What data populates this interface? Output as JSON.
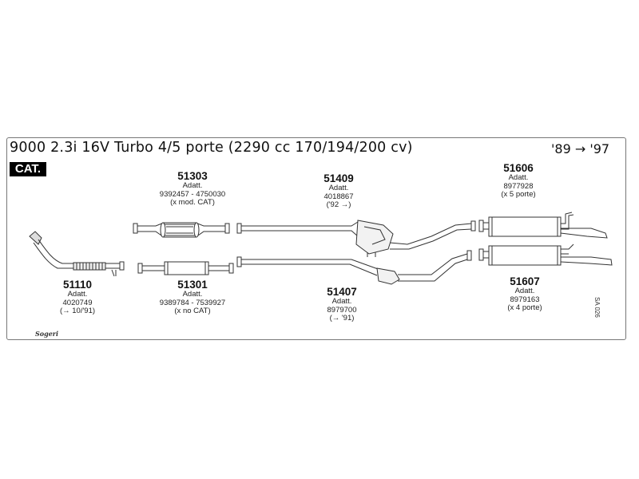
{
  "title": "9000 2.3i 16V Turbo 4/5 porte (2290 cc 170/194/200 cv)",
  "years": "'89 → '97",
  "badge": "CAT.",
  "side_code": "SA 026",
  "logo": "Sogeri",
  "parts": [
    {
      "id": "51303",
      "lines": [
        "Adatt.",
        "9392457 - 4750030",
        "(x mod. CAT)"
      ]
    },
    {
      "id": "51409",
      "lines": [
        "Adatt.",
        "4018867",
        "('92 →)"
      ]
    },
    {
      "id": "51606",
      "lines": [
        "Adatt.",
        "8977928",
        "(x 5 porte)"
      ]
    },
    {
      "id": "51110",
      "lines": [
        "Adatt.",
        "4020749",
        "(→ 10/'91)"
      ]
    },
    {
      "id": "51301",
      "lines": [
        "Adatt.",
        "9389784 - 7539927",
        "(x no CAT)"
      ]
    },
    {
      "id": "51407",
      "lines": [
        "Adatt.",
        "8979700",
        "(→ '91)"
      ]
    },
    {
      "id": "51607",
      "lines": [
        "Adatt.",
        "8979163",
        "(x 4 porte)"
      ]
    }
  ]
}
